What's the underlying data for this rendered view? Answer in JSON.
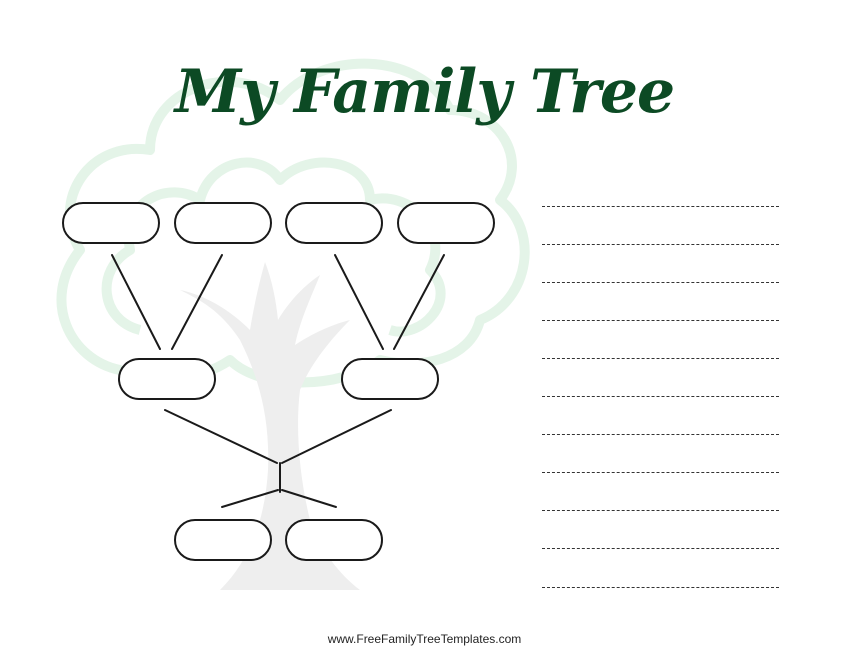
{
  "page": {
    "title": "My Family Tree",
    "footer": "www.FreeFamilyTreeTemplates.com",
    "note_line_count": 11
  },
  "colors": {
    "title": "#0c4a24",
    "tree_outline": "#e4f4e8",
    "trunk": "#eeeeee",
    "box_border": "#1a1a1a"
  },
  "boxes": {
    "great_grandparents": [
      "",
      "",
      "",
      ""
    ],
    "grandparents": [
      "",
      ""
    ],
    "parents": [
      "",
      ""
    ]
  }
}
